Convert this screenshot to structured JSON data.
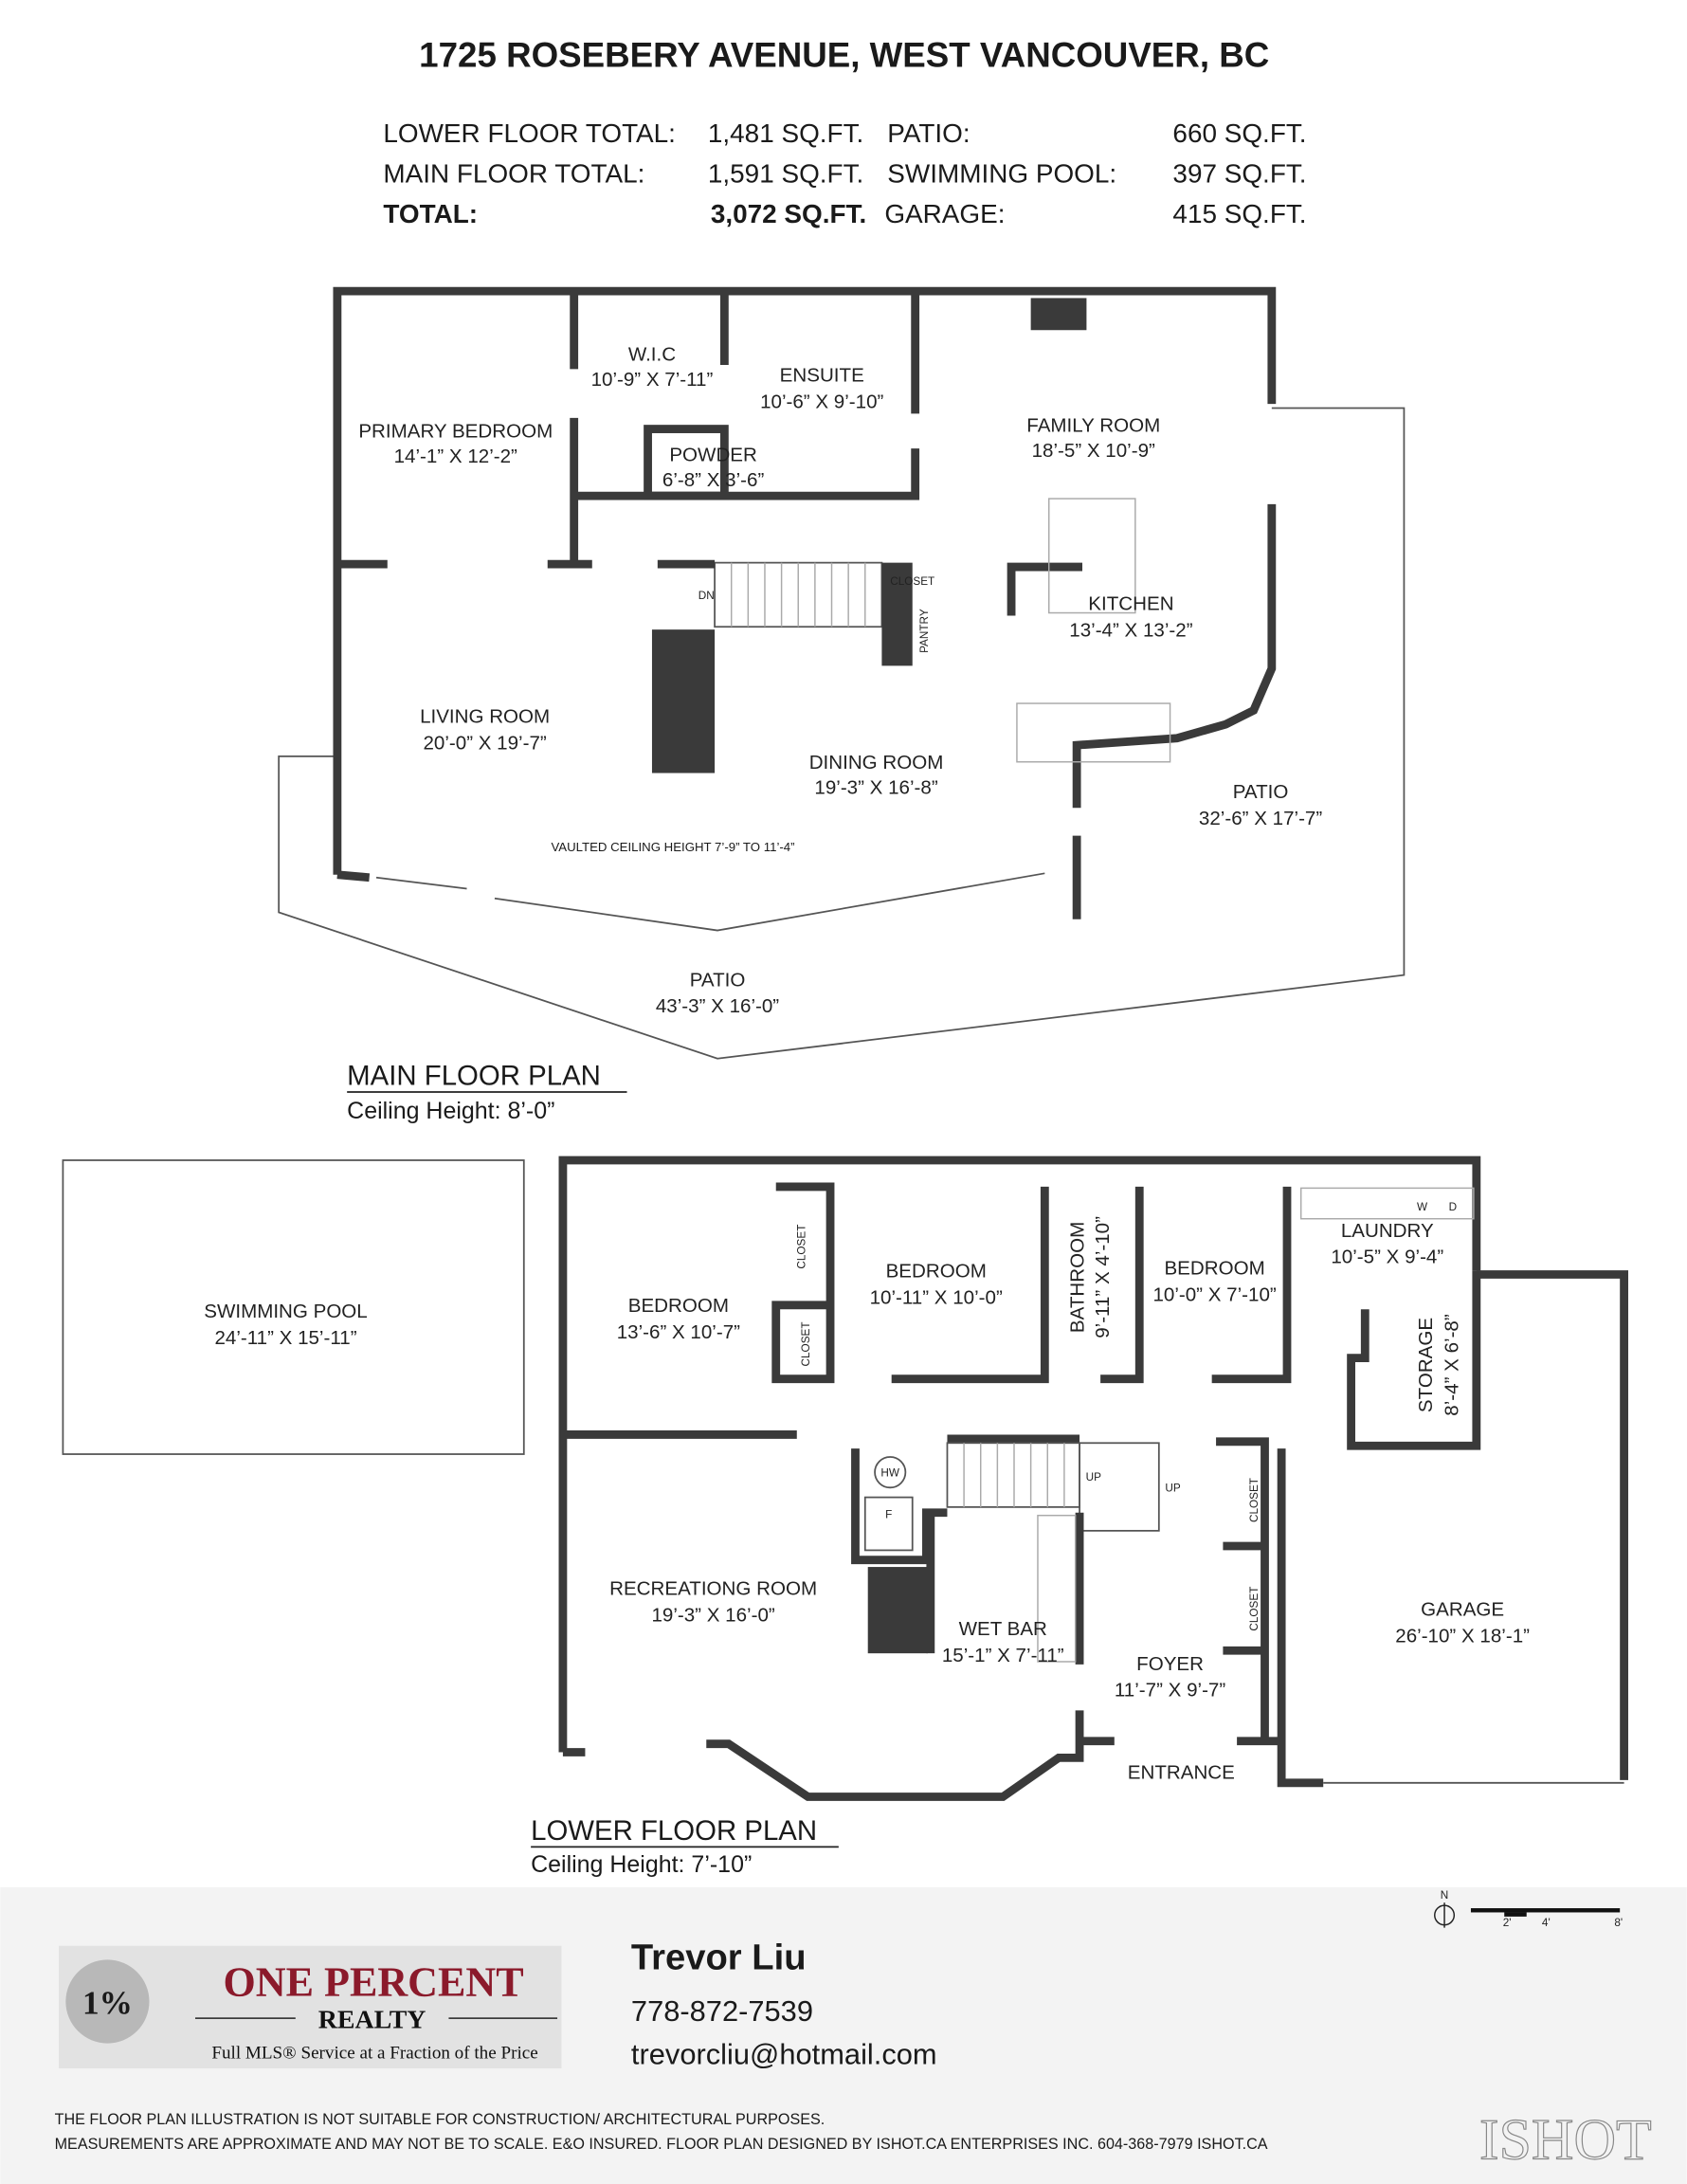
{
  "header": {
    "title": "1725 ROSEBERY AVENUE, WEST VANCOUVER, BC",
    "areas": [
      {
        "label": "LOWER FLOOR TOTAL:",
        "value": "1,481 SQ.FT.",
        "label2": "PATIO:",
        "value2": "660 SQ.FT."
      },
      {
        "label": "MAIN FLOOR TOTAL:",
        "value": "1,591 SQ.FT.",
        "label2": "SWIMMING POOL:",
        "value2": "397 SQ.FT."
      },
      {
        "label": "TOTAL:",
        "value": "3,072 SQ.FT.",
        "label2": "GARAGE:",
        "value2": "415 SQ.FT."
      }
    ]
  },
  "main_floor": {
    "title": "MAIN FLOOR PLAN",
    "ceiling": "Ceiling Height: 8’-0”",
    "vaulted_note": "VAULTED CEILING HEIGHT 7’-9” TO 11’-4”",
    "stair_label": "DN",
    "rooms": [
      {
        "name": "PRIMARY BEDROOM",
        "size": "14’-1” X 12’-2”"
      },
      {
        "name": "W.I.C",
        "size": "10’-9” X 7’-11”"
      },
      {
        "name": "ENSUITE",
        "size": "10’-6” X 9’-10”"
      },
      {
        "name": "POWDER",
        "size": "6’-8” X 3’-6”"
      },
      {
        "name": "FAMILY ROOM",
        "size": "18’-5” X 10’-9”"
      },
      {
        "name": "KITCHEN",
        "size": "13’-4” X 13’-2”"
      },
      {
        "name": "LIVING ROOM",
        "size": "20’-0” X 19’-7”"
      },
      {
        "name": "DINING ROOM",
        "size": "19’-3” X 16’-8”"
      },
      {
        "name": "PATIO",
        "size": "32’-6” X 17’-7”"
      },
      {
        "name": "PATIO",
        "size": "43’-3” X 16’-0”"
      },
      {
        "name": "CLOSET"
      },
      {
        "name": "PANTRY"
      }
    ]
  },
  "lower_floor": {
    "title": "LOWER FLOOR PLAN",
    "ceiling": "Ceiling Height: 7’-10”",
    "stair_labels": [
      "UP",
      "UP"
    ],
    "appliance_labels": [
      "HW",
      "F",
      "W",
      "D"
    ],
    "rooms": [
      {
        "name": "SWIMMING POOL",
        "size": "24’-11” X 15’-11”"
      },
      {
        "name": "BEDROOM",
        "size": "13’-6” X 10’-7”"
      },
      {
        "name": "BEDROOM",
        "size": "10’-11” X 10’-0”"
      },
      {
        "name": "BATHROOM",
        "size": "9’-11” X 4’-10”"
      },
      {
        "name": "BEDROOM",
        "size": "10’-0” X 7’-10”"
      },
      {
        "name": "LAUNDRY",
        "size": "10’-5” X 9’-4”"
      },
      {
        "name": "STORAGE",
        "size": "8’-4” X 6’-8”"
      },
      {
        "name": "RECREATIONG ROOM",
        "size": "19’-3” X 16’-0”"
      },
      {
        "name": "WET BAR",
        "size": "15’-1” X 7’-11”"
      },
      {
        "name": "FOYER",
        "size": "11’-7” X 9’-7”"
      },
      {
        "name": "GARAGE",
        "size": "26’-10” X 18’-1”"
      },
      {
        "name": "ENTRANCE"
      },
      {
        "name": "CLOSET"
      },
      {
        "name": "CLOSET"
      },
      {
        "name": "CLOSET"
      },
      {
        "name": "CLOSET"
      }
    ]
  },
  "scale": {
    "north": "N",
    "ticks": [
      "2'",
      "4'",
      "8'"
    ]
  },
  "footer": {
    "logo": {
      "mark": "1%",
      "name": "ONE PERCENT",
      "sub": "REALTY",
      "tagline": "Full MLS® Service at a Fraction of the Price",
      "brand_color": "#8b1a2b"
    },
    "agent_name": "Trevor Liu",
    "phone": "778-872-7539",
    "email": "trevorcliu@hotmail.com",
    "disclaimer_1": "THE FLOOR PLAN ILLUSTRATION IS NOT SUITABLE FOR CONSTRUCTION/ ARCHITECTURAL PURPOSES.",
    "disclaimer_2": "MEASUREMENTS ARE APPROXIMATE AND MAY NOT BE TO SCALE. E&O INSURED. FLOOR PLAN DESIGNED BY ISHOT.CA ENTERPRISES INC. 604-368-7979  ISHOT.CA",
    "watermark": "ISHOT"
  }
}
